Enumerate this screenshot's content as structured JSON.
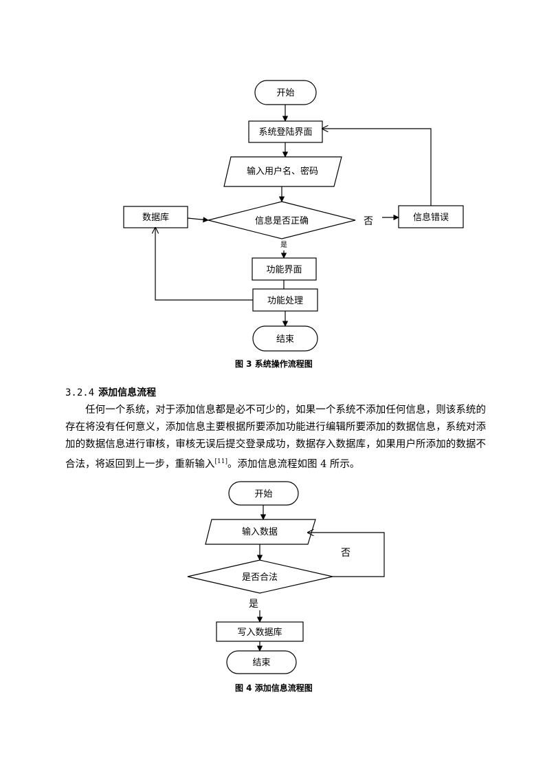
{
  "figure3": {
    "nodes": {
      "start": "开始",
      "login": "系统登陆界面",
      "input": "输入用户名、密码",
      "check": "信息是否正确",
      "database": "数据库",
      "error": "信息错误",
      "function_ui": "功能界面",
      "function_proc": "功能处理",
      "end": "结束"
    },
    "labels": {
      "no": "否",
      "yes": "是"
    },
    "caption": "图 3  系统操作流程图"
  },
  "section": {
    "number": "3.2.4",
    "title": "添加信息流程",
    "paragraph_before_ref": "任何一个系统，对于添加信息都是必不可少的，如果一个系统不添加任何信息，则该系统的存在将没有任何意义，添加信息主要根据所要添加功能进行编辑所要添加的数据信息，系统对添加的数据信息进行审核，审核无误后提交登录成功，数据存入数据库，如果用户所添加的数据不合法，将返回到上一步，重新输入",
    "ref": "[11]",
    "paragraph_after_ref": "。添加信息流程如图 4 所示。"
  },
  "figure4": {
    "nodes": {
      "start": "开始",
      "input": "输入数据",
      "check": "是否合法",
      "write": "写入数据库",
      "end": "结束"
    },
    "labels": {
      "no": "否",
      "yes": "是"
    },
    "caption": "图 4  添加信息流程图"
  }
}
